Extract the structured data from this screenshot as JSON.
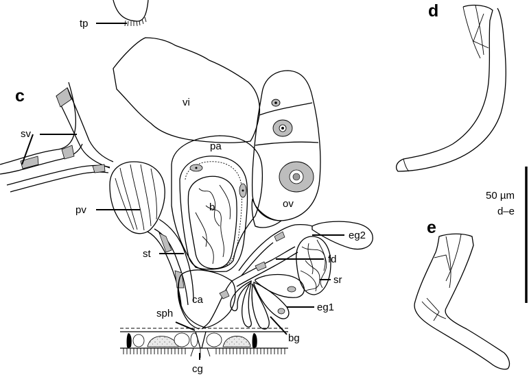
{
  "panels": {
    "c": "c",
    "d": "d",
    "e": "e"
  },
  "labels": {
    "tp": "tp",
    "vi": "vi",
    "sv": "sv",
    "pa": "pa",
    "pv": "pv",
    "b": "b",
    "ov": "ov",
    "eg2": "eg2",
    "st": "st",
    "fd": "fd",
    "sr": "sr",
    "ca": "ca",
    "eg1": "eg1",
    "sph": "sph",
    "bg": "bg",
    "cg": "cg"
  },
  "scale_bar": {
    "value": "50 µm",
    "panels": "d–e"
  },
  "colors": {
    "ink": "#000000",
    "stipple_fill": "#e6e6e6",
    "nucleus_fill": "#bdbdbd",
    "background": "#ffffff"
  }
}
